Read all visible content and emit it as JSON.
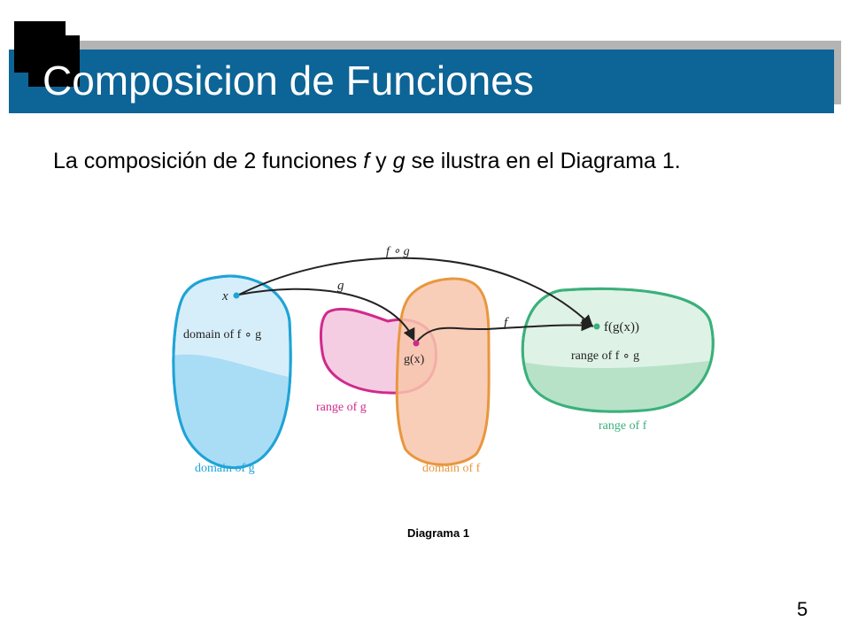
{
  "slide": {
    "title": "Composicion de Funciones",
    "body": {
      "t1": "La composición de 2 funciones ",
      "f": "f",
      "t2": " y ",
      "g": "g",
      "t3": " se ilustra en el Diagrama 1."
    },
    "caption": "Diagrama 1",
    "slide_number": "5"
  },
  "diagram": {
    "labels": {
      "arrow_fg": "f ∘ g",
      "arrow_g": "g",
      "arrow_f": "f",
      "x": "x",
      "gx": "g(x)",
      "fgx": "f(g(x))",
      "domain_fg": "domain of f ∘ g",
      "range_fg": "range of f ∘ g",
      "domain_g": "domain of g",
      "range_g": "range of g",
      "domain_f": "domain of f",
      "range_f": "range of f"
    },
    "colors": {
      "title_bar": "#0d6496",
      "domain_g": "#1fa3d6",
      "range_g": "#d02a8c",
      "domain_f": "#e8973e",
      "range_f": "#3bb07a"
    }
  }
}
